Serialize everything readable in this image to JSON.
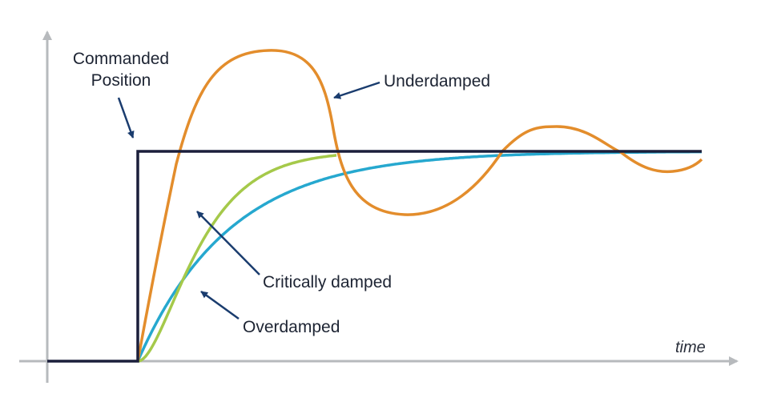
{
  "labels": {
    "commanded_line1": "Commanded",
    "commanded_line2": "Position",
    "underdamped": "Underdamped",
    "critically_damped": "Critically damped",
    "overdamped": "Overdamped",
    "x_axis": "time"
  },
  "colors": {
    "axis": "#b7babd",
    "commanded": "#1b1f3b",
    "underdamped": "#e38d2c",
    "critically_damped": "#a5c94a",
    "overdamped": "#26a8cf",
    "arrow": "#1a3c6e",
    "text": "#1d2433"
  }
}
